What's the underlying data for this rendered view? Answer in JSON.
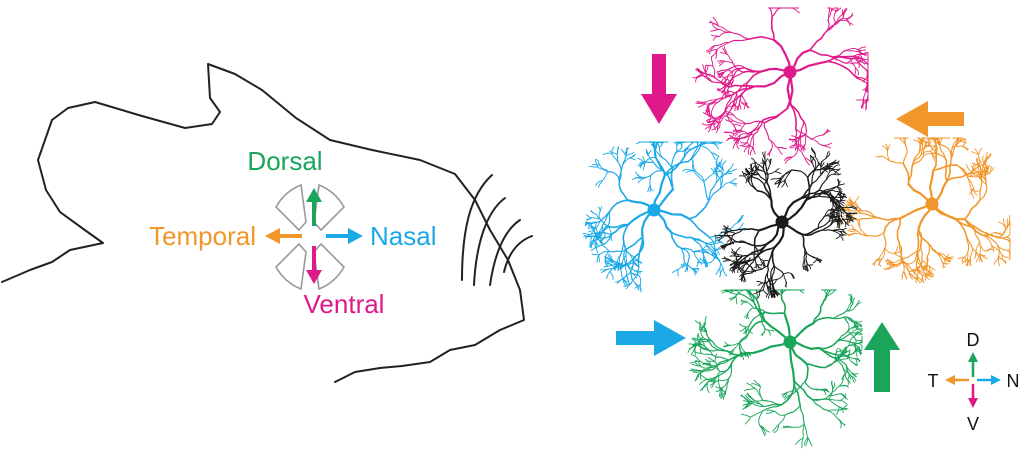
{
  "colors": {
    "dorsal": "#1aa55a",
    "nasal": "#1aa8e6",
    "ventral": "#e0198a",
    "temporal": "#f0962a",
    "center": "#1a1a1a",
    "outline": "#222222",
    "compass": "#999999"
  },
  "head_compass": {
    "dorsal_label": "Dorsal",
    "temporal_label": "Temporal",
    "nasal_label": "Nasal",
    "ventral_label": "Ventral"
  },
  "key_compass": {
    "d": "D",
    "t": "T",
    "n": "N",
    "v": "V"
  }
}
